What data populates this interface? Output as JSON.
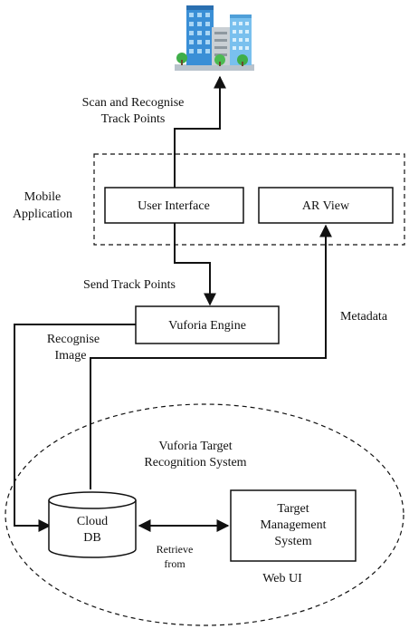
{
  "labels": {
    "scan_line1": "Scan and Recognise",
    "scan_line2": "Track Points",
    "mobile_line1": "Mobile",
    "mobile_line2": "Application",
    "user_interface": "User Interface",
    "ar_view": "AR View",
    "send_track_points": "Send Track Points",
    "vuforia_engine": "Vuforia Engine",
    "metadata": "Metadata",
    "recognise_line1": "Recognise",
    "recognise_line2": "Image",
    "target_rec_line1": "Vuforia Target",
    "target_rec_line2": "Recognition System",
    "cloud_line1": "Cloud",
    "cloud_line2": "DB",
    "tms_line1": "Target",
    "tms_line2": "Management",
    "tms_line3": "System",
    "retrieve_line1": "Retrieve",
    "retrieve_line2": "from",
    "web_ui": "Web UI"
  },
  "icons": {
    "buildings": "city-buildings-icon"
  }
}
